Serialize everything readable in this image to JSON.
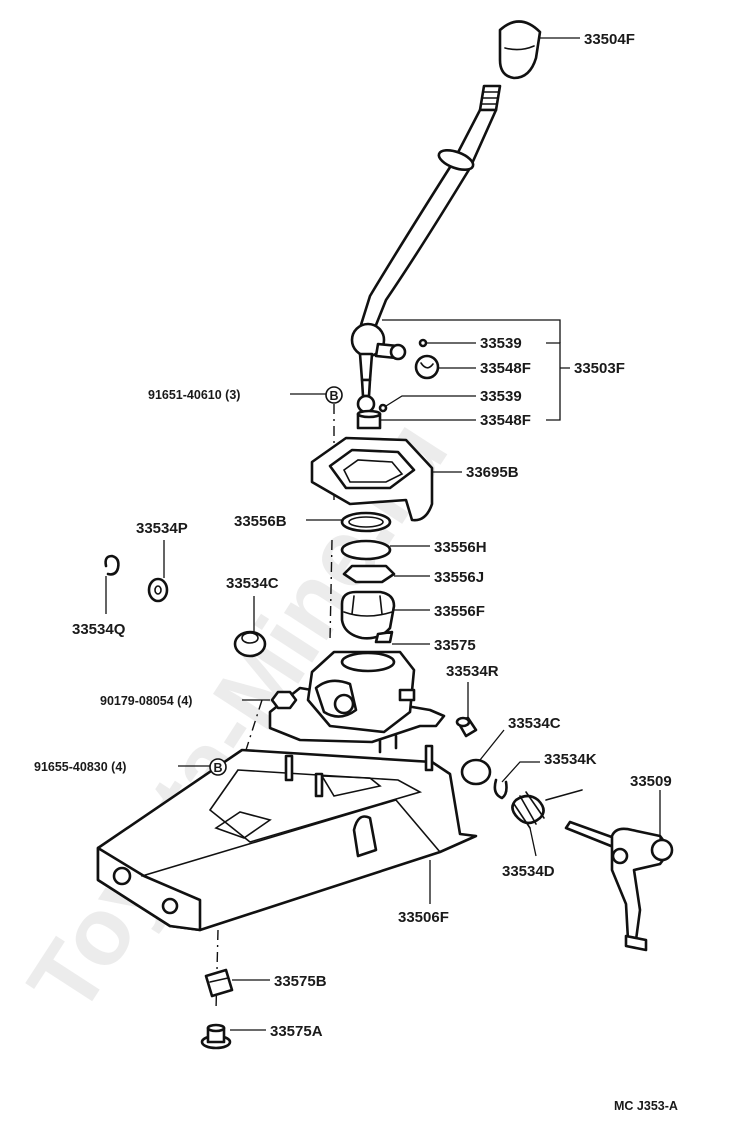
{
  "watermark": "Toyota-Mine.ru",
  "footer_code": "MC J353-A",
  "bolt_marker": "B",
  "labels": {
    "knob": "33504F",
    "bushing_a1": "33539",
    "seat_a": "33548F",
    "bushing_a2": "33539",
    "seat_b": "33548F",
    "lever_assy": "33503F",
    "bolt_a": "91651-40610 (3)",
    "retainer": "33695B",
    "boot_seat": "33556B",
    "ring_h": "33556H",
    "ring_j": "33556J",
    "seat_f": "33556F",
    "housing": "33575",
    "clip_p": "33534P",
    "clip_q": "33534Q",
    "bushing_c1": "33534C",
    "bolt_b": "90179-08054 (4)",
    "bushing_r": "33534R",
    "bushing_c2": "33534C",
    "bolt_c": "91655-40830 (4)",
    "clip_k": "33534K",
    "lever_sel": "33509",
    "spring_d": "33534D",
    "base": "33506F",
    "bushing_b": "33575B",
    "bushing_aa": "33575A"
  }
}
